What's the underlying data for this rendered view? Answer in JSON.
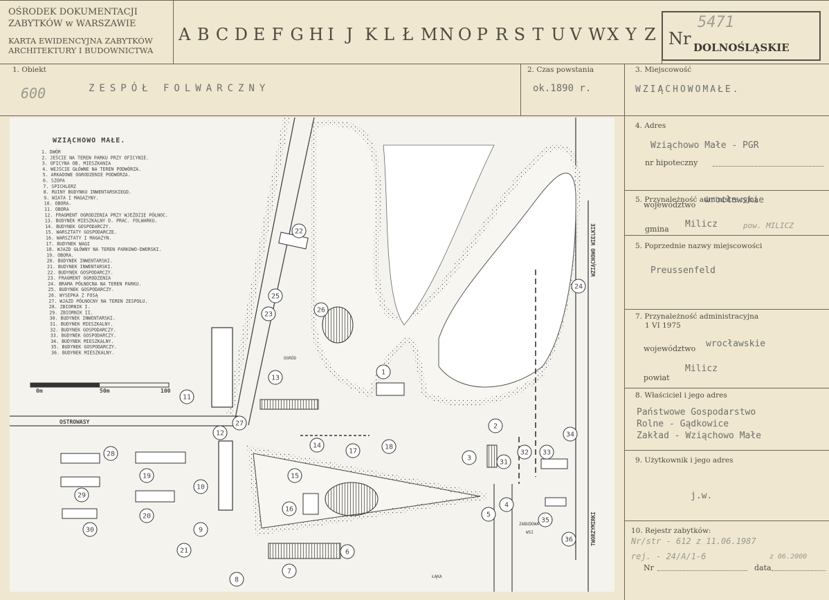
{
  "header": {
    "org_line1": "OŚRODEK DOKUMENTACJI",
    "org_line2": "ZABYTKÓW w WARSZAWIE",
    "org_line3": "KARTA EWIDENCYJNA ZABYTKÓW",
    "org_line4": "ARCHITEKTURY I BUDOWNICTWA",
    "letters": [
      "A",
      "B",
      "C",
      "D",
      "E",
      "F",
      "G",
      "H",
      "I",
      "J",
      "K",
      "L",
      "Ł",
      "M",
      "N",
      "O",
      "P",
      "R",
      "S",
      "T",
      "U",
      "V",
      "W",
      "X",
      "Y",
      "Z"
    ],
    "nr_label": "Nr",
    "nr_handwritten": "5471",
    "region": "DOLNOŚLĄSKIE"
  },
  "fields": {
    "obiekt_label": "1. Obiekt",
    "obiekt_code": "600",
    "obiekt_value": "ZESPÓŁ FOLWARCZNY",
    "czas_label": "2. Czas powstania",
    "czas_value": "ok.1890 r.",
    "miejscowosc_label": "3. Miejscowość",
    "miejscowosc_value": "WZIĄCHOWOMAŁE.",
    "adres_label": "4. Adres",
    "adres_value": "Wziąchowo Małe - PGR",
    "nr_hipoteczny_label": "nr hipoteczny",
    "przyn_label": "5. Przynależność administracyjna",
    "wojewodztwo_label": "województwo",
    "wojewodztwo_value": "wrocławskie",
    "gmina_label": "gmina",
    "gmina_value": "Milicz",
    "gmina_note": "pow. MILICZ",
    "poprz_label": "5. Poprzednie nazwy miejscowości",
    "poprz_value": "Preussenfeld",
    "przyn2_label": "7. Przynależność administracyjna",
    "przyn2_date": "1 VI 1975",
    "wojewodztwo2_label": "województwo",
    "wojewodztwo2_value": "wrocławskie",
    "powiat_label": "powiat",
    "powiat_value": "Milicz",
    "wlasciciel_label": "8. Właściciel i jego adres",
    "wlasciciel_l1": "Państwowe Gospodarstwo",
    "wlasciciel_l2": "Rolne - Gądkowice",
    "wlasciciel_l3": "Zakład - Wziąchowo Małe",
    "uzytkownik_label": "9. Użytkownik i jego adres",
    "uzytkownik_value": "j.w.",
    "rejestr_label": "10. Rejestr zabytków:",
    "rejestr_hand1": "Nr/str - 612  z 11.06.1987",
    "rejestr_hand2": "rej. - 24/A/1-6",
    "rejestr_hand3": "z 06.2000",
    "nr_label": "Nr",
    "data_label": "data"
  },
  "map": {
    "title": "WZIĄCHOWO MAŁE.",
    "legend": [
      "1. DWÓR",
      "2. JEŚCIE NA TEREN PARKU PRZY OFICYNIE.",
      "3. OFICYNA OB. MIESZKANIA",
      "4. WEJŚCIE GŁÓWNE NA TEREN PODWÓRZA.",
      "5. ARKADOWE OGRODZENIE PODWÓRZA.",
      "6. SZOPA",
      "7. SPICHLERZ",
      "8. RUINY BUDYNKU INWENTARSKIEGO.",
      "9. WIATA I MAGAZYNY.",
      "10. OBORA.",
      "11. OBORA",
      "12. FRAGMENT OGRODZENIA PRZY WJEŹDZIE PÓŁNOC.",
      "13. BUDYNEK MIESZKALNY D. PRAC. FOLWARKU.",
      "14. BUDYNEK GOSPODARCZY.",
      "15. WARSZTATY GOSPODARCZE.",
      "16. WARSZTATY I MAGAZYN.",
      "17. BUDYNEK WAGI",
      "18. WJAZD GŁÓWNY NA TEREN PARKOWO-DWORSKI.",
      "19. OBORA.",
      "20. BUDYNEK INWENTARSKI.",
      "21. BUDYNEK INWENTARSKI.",
      "22. BUDYNEK GOSPODARCZY.",
      "23. FRAGMENT OGRODZENIA",
      "24. BRAMA PÓŁNOCNA NA TEREN PARKU.",
      "25. BUDYNEK GOSPODARCZY.",
      "26. WYSEPKA Z FOSĄ",
      "27. WJAZD PÓŁNOCNY NA TEREN ZESPOŁU.",
      "28. ZBIORNIK I.",
      "29. ZBIORNIK II.",
      "30. BUDYNEK INWENTARSKI.",
      "31. BUDYNEK MIESZKALNY.",
      "32. BUDYNEK GOSPODARCZY.",
      "33. BUDYNEK GOSPODARCZY.",
      "34. BUDYNEK MIESZKALNY.",
      "35. BUDYNEK GOSPODARCZY.",
      "36. BUDYNEK MIESZKALNY."
    ],
    "scale_0": "0m",
    "scale_50": "50m",
    "scale_100": "100",
    "road_west": "OSTROWASY",
    "road_north": "WZIĄCHOWO WIELKIE",
    "road_south": "TWORZYMIRKI",
    "label_ogrod": "OGRÓD",
    "label_zabudowa": "ZABUDOWA",
    "label_wsi": "WSI",
    "label_laka": "ŁĄKA",
    "numbers": [
      "1",
      "2",
      "3",
      "4",
      "5",
      "6",
      "7",
      "8",
      "9",
      "10",
      "11",
      "12",
      "13",
      "14",
      "15",
      "16",
      "17",
      "18",
      "19",
      "20",
      "21",
      "22",
      "23",
      "24",
      "25",
      "26",
      "27",
      "28",
      "29",
      "30",
      "31",
      "32",
      "33",
      "34",
      "35",
      "36"
    ]
  }
}
